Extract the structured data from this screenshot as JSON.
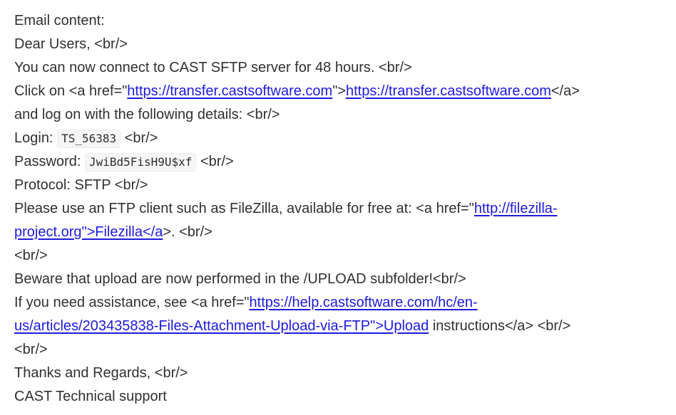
{
  "page": {
    "background": "#ffffff",
    "text_color": "#303030",
    "link_color": "#1d1ade",
    "code_background": "#f6f6f6",
    "code_border": "#ececec"
  },
  "email": {
    "lines": [
      {
        "segments": [
          {
            "type": "text",
            "text": "Email content:"
          }
        ]
      },
      {
        "segments": [
          {
            "type": "text",
            "text": "Dear Users, <br/>"
          }
        ]
      },
      {
        "segments": [
          {
            "type": "text",
            "text": "You can now connect to CAST SFTP server for 48 hours. <br/>"
          }
        ]
      },
      {
        "segments": [
          {
            "type": "text",
            "text": "Click on <a href=\""
          },
          {
            "type": "link",
            "name": "transfer-url-link-href",
            "text": "https://transfer.castsoftware.com"
          },
          {
            "type": "text",
            "text": "\">"
          },
          {
            "type": "link",
            "name": "transfer-url-link-label",
            "text": "https://transfer.castsoftware.com"
          },
          {
            "type": "text",
            "text": "</a>"
          }
        ]
      },
      {
        "segments": [
          {
            "type": "text",
            "text": "and log on with the following details: <br/>"
          }
        ]
      },
      {
        "segments": [
          {
            "type": "text",
            "text": "Login: "
          },
          {
            "type": "code",
            "name": "login-code",
            "text": "TS_56383"
          },
          {
            "type": "text",
            "text": " <br/>"
          }
        ]
      },
      {
        "segments": [
          {
            "type": "text",
            "text": "Password: "
          },
          {
            "type": "code",
            "name": "password-code",
            "text": "JwiBd5FisH9U$xf"
          },
          {
            "type": "text",
            "text": " <br/>"
          }
        ]
      },
      {
        "segments": [
          {
            "type": "text",
            "text": "Protocol: SFTP <br/>"
          }
        ]
      },
      {
        "segments": [
          {
            "type": "text",
            "text": "Please use an FTP client such as FileZilla, available for free at: <a href=\""
          },
          {
            "type": "link",
            "name": "filezilla-url-link-part1",
            "text": "http://filezilla-"
          }
        ]
      },
      {
        "segments": [
          {
            "type": "link",
            "name": "filezilla-url-link-part2",
            "text": "project.org\">Filezilla</a"
          },
          {
            "type": "text",
            "text": ">. <br/>"
          }
        ]
      },
      {
        "segments": [
          {
            "type": "text",
            "text": "<br/>"
          }
        ]
      },
      {
        "segments": [
          {
            "type": "text",
            "text": "Beware that upload are now performed in the /UPLOAD subfolder!<br/>"
          }
        ]
      },
      {
        "segments": [
          {
            "type": "text",
            "text": "If you need assistance, see <a href=\""
          },
          {
            "type": "link",
            "name": "upload-instructions-url-link-part1",
            "text": "https://help.castsoftware.com/hc/en-"
          }
        ]
      },
      {
        "segments": [
          {
            "type": "link",
            "name": "upload-instructions-url-link-part2",
            "text": "us/articles/203435838-Files-Attachment-Upload-via-FTP\">Upload"
          },
          {
            "type": "text",
            "text": " instructions</a> <br/>"
          }
        ]
      },
      {
        "segments": [
          {
            "type": "text",
            "text": "<br/>"
          }
        ]
      },
      {
        "segments": [
          {
            "type": "text",
            "text": "Thanks and Regards, <br/>"
          }
        ]
      },
      {
        "segments": [
          {
            "type": "text",
            "text": "CAST Technical support"
          }
        ]
      }
    ]
  }
}
